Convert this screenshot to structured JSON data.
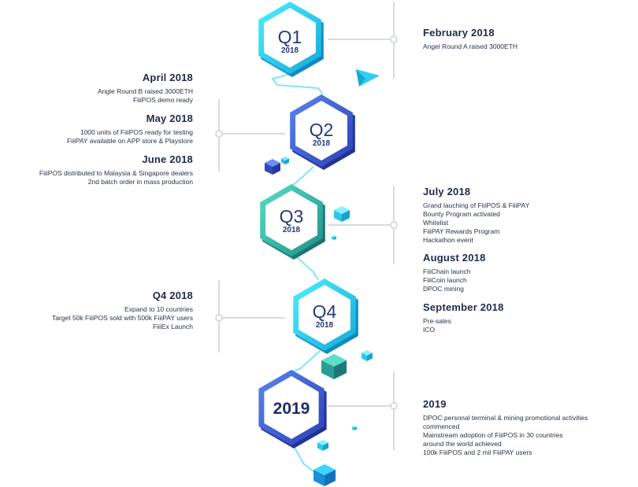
{
  "palette": {
    "navy": "#1e2b4a",
    "connector": "#d7dbe2",
    "cyan": "#2fd7f0",
    "teal": "#3bb7a8",
    "blue": "#3a6bd8",
    "line_blue": "#7ee7f5"
  },
  "hexagons": [
    {
      "name": "q1-hexagon",
      "quarter": "Q1",
      "year": "2018",
      "theme": "cyan"
    },
    {
      "name": "q2-hexagon",
      "quarter": "Q2",
      "year": "2018",
      "theme": "blue"
    },
    {
      "name": "q3-hexagon",
      "quarter": "Q3",
      "year": "2018",
      "theme": "teal"
    },
    {
      "name": "q4-hexagon",
      "quarter": "Q4",
      "year": "2018",
      "theme": "cyan"
    },
    {
      "name": "y2019-hexagon",
      "quarter": "2019",
      "year": "",
      "theme": "blue"
    }
  ],
  "milestones": {
    "feb_2018": {
      "title": "February 2018",
      "lines": [
        "Angel Round A raised 3000ETH"
      ]
    },
    "apr_2018": {
      "title": "April 2018",
      "lines": [
        "Angle Round B raised 3000ETH",
        "FiiiPOS demo ready"
      ]
    },
    "may_2018": {
      "title": "May 2018",
      "lines": [
        "1000 units of FiiiPOS ready for testing",
        "FiiiPAY available on APP store & Playstore"
      ]
    },
    "jun_2018": {
      "title": "June 2018",
      "lines": [
        "FiiiPOS distributed to Malaysia & Singapore dealers",
        "2nd batch order in mass production"
      ]
    },
    "jul_2018": {
      "title": "July 2018",
      "lines": [
        "Grand lauching of FiiiPOS & FiiiPAY",
        "Bounty Program activated",
        "Whitelist",
        "FiiiPAY Rewards Program",
        "Hackathon event"
      ]
    },
    "aug_2018": {
      "title": "August 2018",
      "lines": [
        "FiiiChain launch",
        "FiiiCoin launch",
        "DPOC mining"
      ]
    },
    "sep_2018": {
      "title": "September 2018",
      "lines": [
        "Pre-sales",
        "ICO"
      ]
    },
    "q4_2018": {
      "title": "Q4 2018",
      "lines": [
        "Expand to 10 countries",
        "Target 50k FiiiPOS sold with 500k FiiiPAY users",
        "FiiiEx Launch"
      ]
    },
    "y_2019": {
      "title": "2019",
      "lines": [
        "DPOC personal terminal & mining promotional activities",
        "commenced",
        "Mainstream adoption of FiiiPOS in 30 countries",
        "around the world achieved",
        "100k FiiiPOS and 2 mil FiiiPAY users"
      ]
    }
  }
}
